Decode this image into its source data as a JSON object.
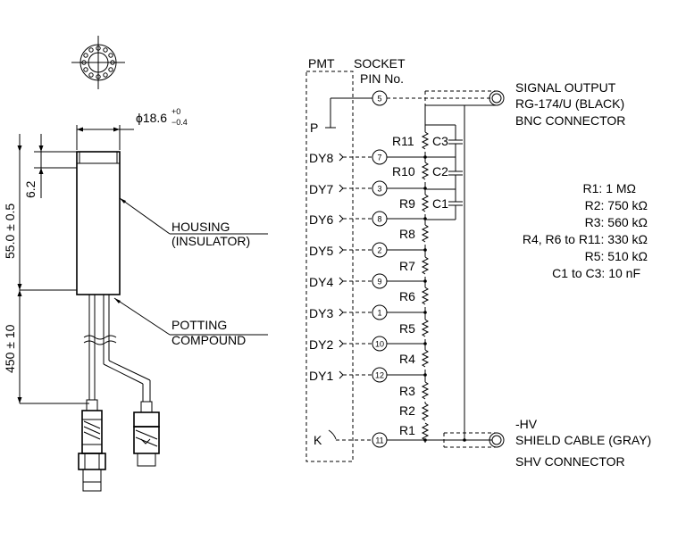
{
  "mech": {
    "diameter_main": "ϕ18.6",
    "diameter_tol_upper": "+0",
    "diameter_tol_lower": "−0.4",
    "dim_top": "6.2",
    "dim_body": "55.0 ± 0.5",
    "dim_cable": "450 ± 10",
    "housing_line1": "HOUSING",
    "housing_line2": "(INSULATOR)",
    "potting_line1": "POTTING",
    "potting_line2": "COMPOUND"
  },
  "circuit": {
    "pmt_label": "PMT",
    "socket_line1": "SOCKET",
    "socket_line2": "PIN No.",
    "anode": "P",
    "cathode": "K",
    "signal_line1": "SIGNAL OUTPUT",
    "signal_line2": "RG-174/U (BLACK)",
    "signal_line3": "BNC CONNECTOR",
    "hv_line1": "-HV",
    "hv_line2": "SHIELD CABLE (GRAY)",
    "hv_line3": "SHV CONNECTOR",
    "dynodes": [
      {
        "name": "DY8",
        "pin": "7"
      },
      {
        "name": "DY7",
        "pin": "3"
      },
      {
        "name": "DY6",
        "pin": "8"
      },
      {
        "name": "DY5",
        "pin": "2"
      },
      {
        "name": "DY4",
        "pin": "9"
      },
      {
        "name": "DY3",
        "pin": "1"
      },
      {
        "name": "DY2",
        "pin": "10"
      },
      {
        "name": "DY1",
        "pin": "12"
      }
    ],
    "pin_p": "5",
    "pin_k": "11",
    "resistors": [
      "R11",
      "R10",
      "R9",
      "R8",
      "R7",
      "R6",
      "R5",
      "R4",
      "R3",
      "R2",
      "R1"
    ],
    "capacitors": [
      "C3",
      "C2",
      "C1"
    ]
  },
  "specs": [
    "R1: 1 MΩ",
    "R2: 750 kΩ",
    "R3: 560 kΩ",
    "R4, R6 to R11: 330 kΩ",
    "R5: 510 kΩ",
    "C1 to C3: 10 nF"
  ]
}
